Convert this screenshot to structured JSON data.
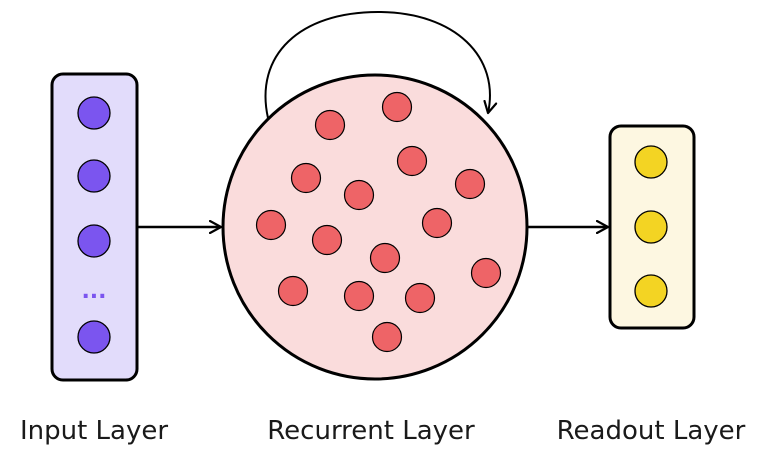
{
  "layers": {
    "input": {
      "label": "Input Layer",
      "ellipsis": "...",
      "box_fill": "#e2dcfb",
      "node_fill": "#7b55ef",
      "ellipsis_color": "#7b55ef"
    },
    "recurrent": {
      "label": "Recurrent Layer",
      "circle_fill": "#fadcdc",
      "node_fill": "#ee6467"
    },
    "readout": {
      "label": "Readout Layer",
      "box_fill": "#fdf7e1",
      "node_fill": "#f3d423"
    }
  },
  "colors": {
    "stroke": "#000000"
  }
}
